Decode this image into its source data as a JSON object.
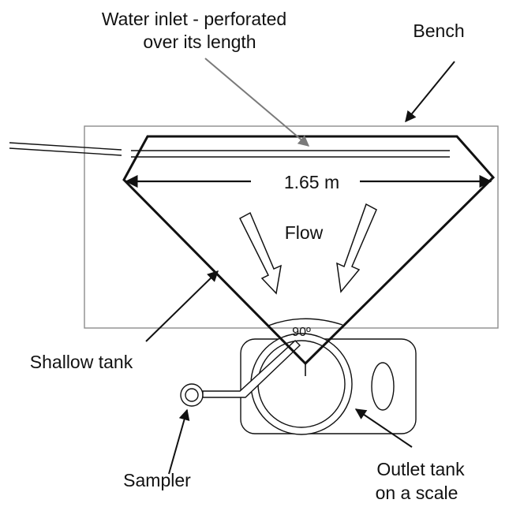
{
  "labels": {
    "water_inlet_line1": "Water inlet - perforated",
    "water_inlet_line2": "over its length",
    "bench": "Bench",
    "width": "1.65 m",
    "flow": "Flow",
    "angle": "90º",
    "shallow_tank": "Shallow tank",
    "sampler": "Sampler",
    "outlet_tank_line1": "Outlet tank",
    "outlet_tank_line2": "on a scale"
  }
}
